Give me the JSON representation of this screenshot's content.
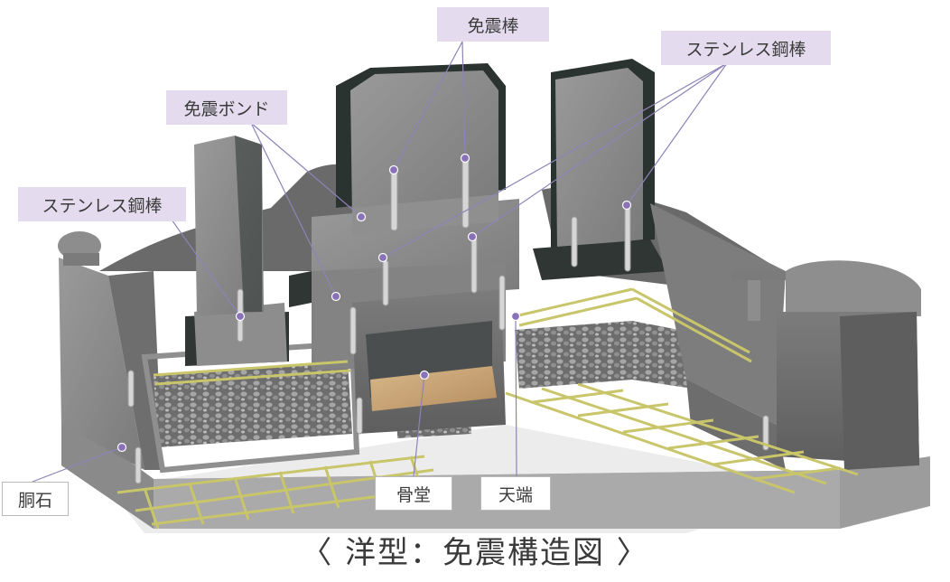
{
  "labels": {
    "menshin_bou": "免震棒",
    "menshin_bond": "免震ボンド",
    "stainless_left": "ステンレス鋼棒",
    "stainless_right": "ステンレス鋼棒",
    "douishi": "胴石",
    "kotsudou": "骨堂",
    "tenba": "天端"
  },
  "caption": "〈 洋型：免震構造図 〉",
  "colors": {
    "label_purple": "#e4dcee",
    "leader_line": "#8e83b8",
    "marker_dot": "#8a72b8",
    "stone": "#8a8a8a",
    "dark_stone": "#2b3330",
    "ossuary_wood": "#c9a67a",
    "rebar": "#c8c56a"
  }
}
